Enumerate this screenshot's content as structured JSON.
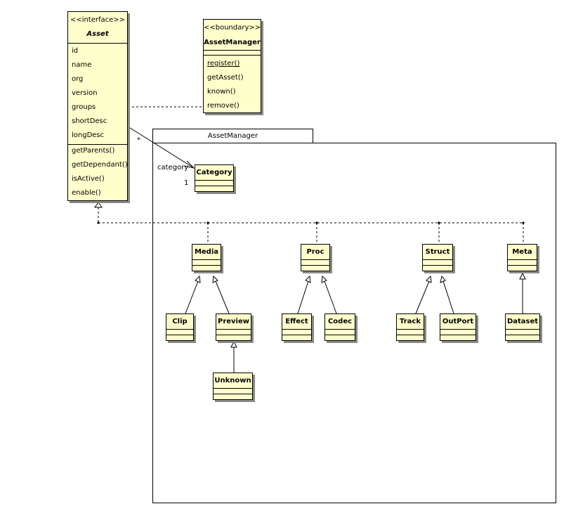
{
  "interface_asset": {
    "stereotype": "<<interface>>",
    "name": "Asset",
    "attributes": [
      "id",
      "name",
      "org",
      "version",
      "groups",
      "shortDesc",
      "longDesc"
    ],
    "operations": [
      "getParents()",
      "getDependant()",
      "isActive()",
      "enable()"
    ]
  },
  "boundary_manager": {
    "stereotype": "<<boundary>>",
    "name": "AssetManager",
    "operations": [
      "register()",
      "getAsset()",
      "known()",
      "remove()"
    ]
  },
  "package": {
    "name": "AssetManager"
  },
  "association": {
    "role": "category",
    "target_multiplicity": "1",
    "source_multiplicity": "*"
  },
  "classes": {
    "category": "Category",
    "media": "Media",
    "proc": "Proc",
    "struct": "Struct",
    "meta": "Meta",
    "clip": "Clip",
    "preview": "Preview",
    "unknown": "Unknown",
    "effect": "Effect",
    "codec": "Codec",
    "track": "Track",
    "outport": "OutPort",
    "dataset": "Dataset"
  },
  "colors": {
    "class_fill": "#ffffcc",
    "shadow": "#8a8a8a",
    "line": "#000000"
  }
}
